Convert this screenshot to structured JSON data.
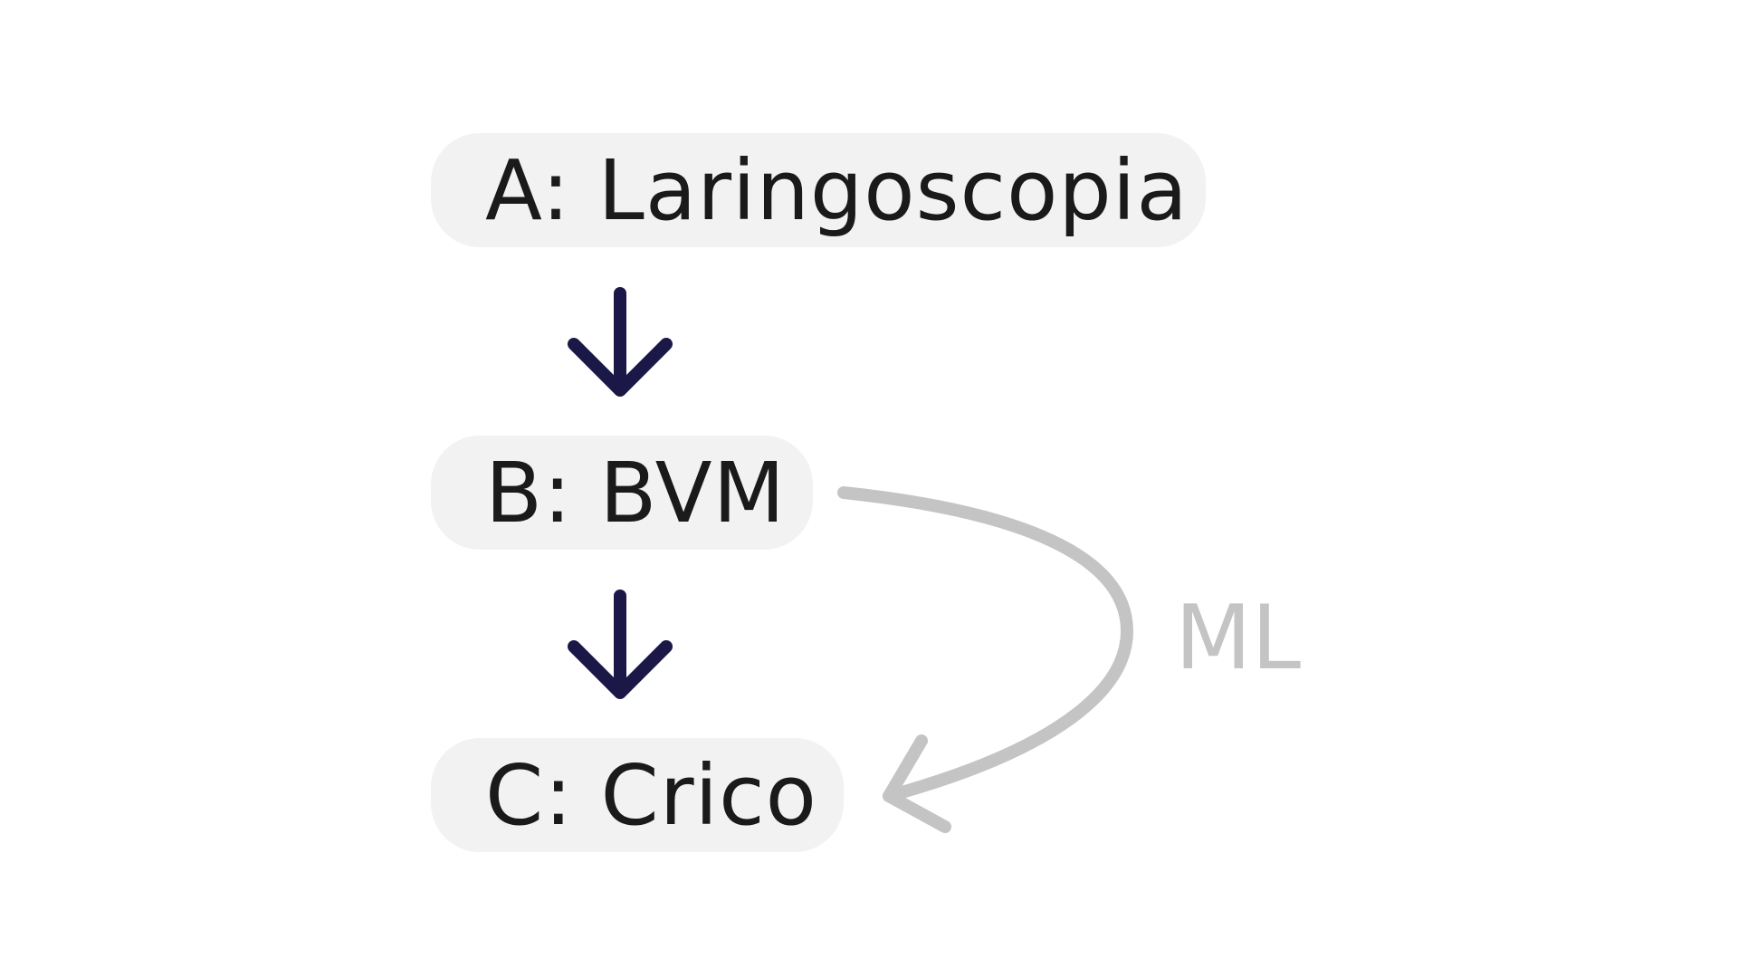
{
  "nodes": {
    "a": {
      "label": "A: Laringoscopia"
    },
    "b": {
      "label": "B: BVM"
    },
    "c": {
      "label": "C: Crico"
    }
  },
  "edges": {
    "a_to_b": {
      "from": "a",
      "to": "b"
    },
    "b_to_c": {
      "from": "b",
      "to": "c"
    },
    "b_to_c_alt": {
      "from": "b",
      "to": "c",
      "label": "ML"
    }
  },
  "colors": {
    "node_fill": "#f2f2f2",
    "node_text": "#1a1a1a",
    "primary_arrow": "#1b1848",
    "secondary_arrow": "#c4c4c4"
  }
}
